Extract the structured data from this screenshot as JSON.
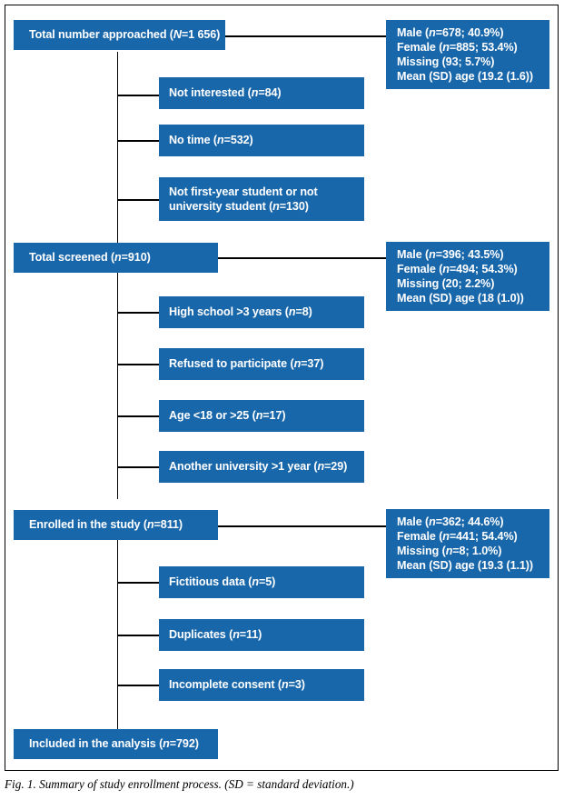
{
  "figure": {
    "caption": "Fig. 1. Summary of study enrollment process. (SD = standard deviation.)",
    "accent_color": "#1967ab",
    "line_color": "#000000",
    "background_color": "#ffffff"
  },
  "flow": {
    "main_nodes": [
      {
        "id": "approached",
        "label": "Total number approached (N=1 656)",
        "label_plain": "Total number approached",
        "italic_var": "N",
        "value": "1 656"
      },
      {
        "id": "screened",
        "label": "Total screened (n=910)",
        "label_plain": "Total screened",
        "italic_var": "n",
        "value": "910"
      },
      {
        "id": "enrolled",
        "label": "Enrolled in the study (n=811)",
        "label_plain": "Enrolled in the study",
        "italic_var": "n",
        "value": "811"
      },
      {
        "id": "included",
        "label": "Included in the analysis (n=792)",
        "label_plain": "Included in the analysis",
        "italic_var": "n",
        "value": "792"
      }
    ],
    "exclusions": [
      {
        "id": "not-interested",
        "label": "Not interested (n=84)",
        "value": "84"
      },
      {
        "id": "no-time",
        "label": "No time (n=532)",
        "value": "532"
      },
      {
        "id": "not-first-year",
        "label": "Not first-year student or not university student (n=130)",
        "line1": "Not first-year student or not",
        "line2": "university student (n=130)",
        "value": "130"
      },
      {
        "id": "high-school",
        "label": "High school >3 years (n=8)",
        "value": "8"
      },
      {
        "id": "refused",
        "label": "Refused to participate (n=37)",
        "value": "37"
      },
      {
        "id": "age-range",
        "label": "Age <18 or >25 (n=17)",
        "value": "17"
      },
      {
        "id": "another-university",
        "label": "Another university >1 year (n=29)",
        "value": "29"
      },
      {
        "id": "fictitious",
        "label": "Fictitious data (n=5)",
        "value": "5"
      },
      {
        "id": "duplicates",
        "label": "Duplicates (n=11)",
        "value": "11"
      },
      {
        "id": "incomplete-consent",
        "label": "Incomplete consent (n=3)",
        "value": "3"
      }
    ],
    "demographics": [
      {
        "id": "demographics-approached",
        "for_node": "approached",
        "lines": [
          "Male (n=678; 40.9%)",
          "Female (n=885; 53.4%)",
          "Missing (93; 5.7%)",
          "Mean (SD) age (19.2 (1.6))"
        ]
      },
      {
        "id": "demographics-screened",
        "for_node": "screened",
        "lines": [
          "Male (n=396; 43.5%)",
          "Female (n=494; 54.3%)",
          "Missing (20; 2.2%)",
          "Mean (SD) age (18 (1.0))"
        ]
      },
      {
        "id": "demographics-enrolled",
        "for_node": "enrolled",
        "lines": [
          "Male (n=362; 44.6%)",
          "Female (n=441; 54.4%)",
          "Missing (n=8; 1.0%)",
          "Mean (SD) age (19.3 (1.1))"
        ]
      }
    ]
  }
}
